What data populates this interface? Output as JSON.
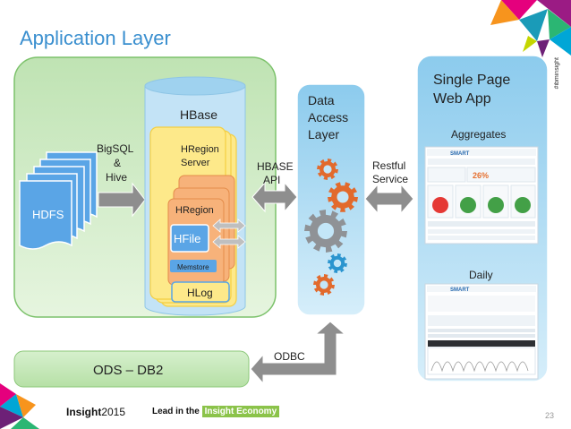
{
  "slide_title": "Application Layer",
  "hdfs_label": "HDFS",
  "bigsql_label": [
    "BigSQL",
    "&",
    "Hive"
  ],
  "hbase_label": "HBase",
  "hregion_server_label": [
    "HRegion",
    "Server"
  ],
  "hregion_label": "HRegion",
  "hfile_label": "HFile",
  "memstore_label": "Memstore",
  "hlog_label": "HLog",
  "hbase_api_label": [
    "HBASE",
    "API"
  ],
  "dal_label": [
    "Data",
    "Access",
    "Layer"
  ],
  "restful_label": [
    "Restful",
    "Service"
  ],
  "spa_label": [
    "Single Page",
    "Web App"
  ],
  "aggregates_label": "Aggregates",
  "daily_label": "Daily",
  "ods_label": "ODS – DB2",
  "odbc_label": "ODBC",
  "hashtag": "#ibminsight",
  "footer": {
    "brand_insight": "Insight",
    "brand_year": "2015",
    "lead_in": "Lead in the",
    "economy": "Insight Economy"
  },
  "page_number": "23",
  "dashboard_brand": "SMART",
  "dashboard_percent": "26%",
  "colors": {
    "title": "#3a8fcf",
    "green_panel": "#d3eccb",
    "green_border": "#7cc26b",
    "blue_panel": "#9ed5f0",
    "hbase_cylinder": "#c3e3f6",
    "region_yellow": "#fde98a",
    "region_orange": "#f7b27a",
    "gear_orange": "#e26a2c",
    "gear_blue": "#2b95cf",
    "gear_gray": "#8f9296",
    "arrow_gray": "#8e8e8e"
  }
}
